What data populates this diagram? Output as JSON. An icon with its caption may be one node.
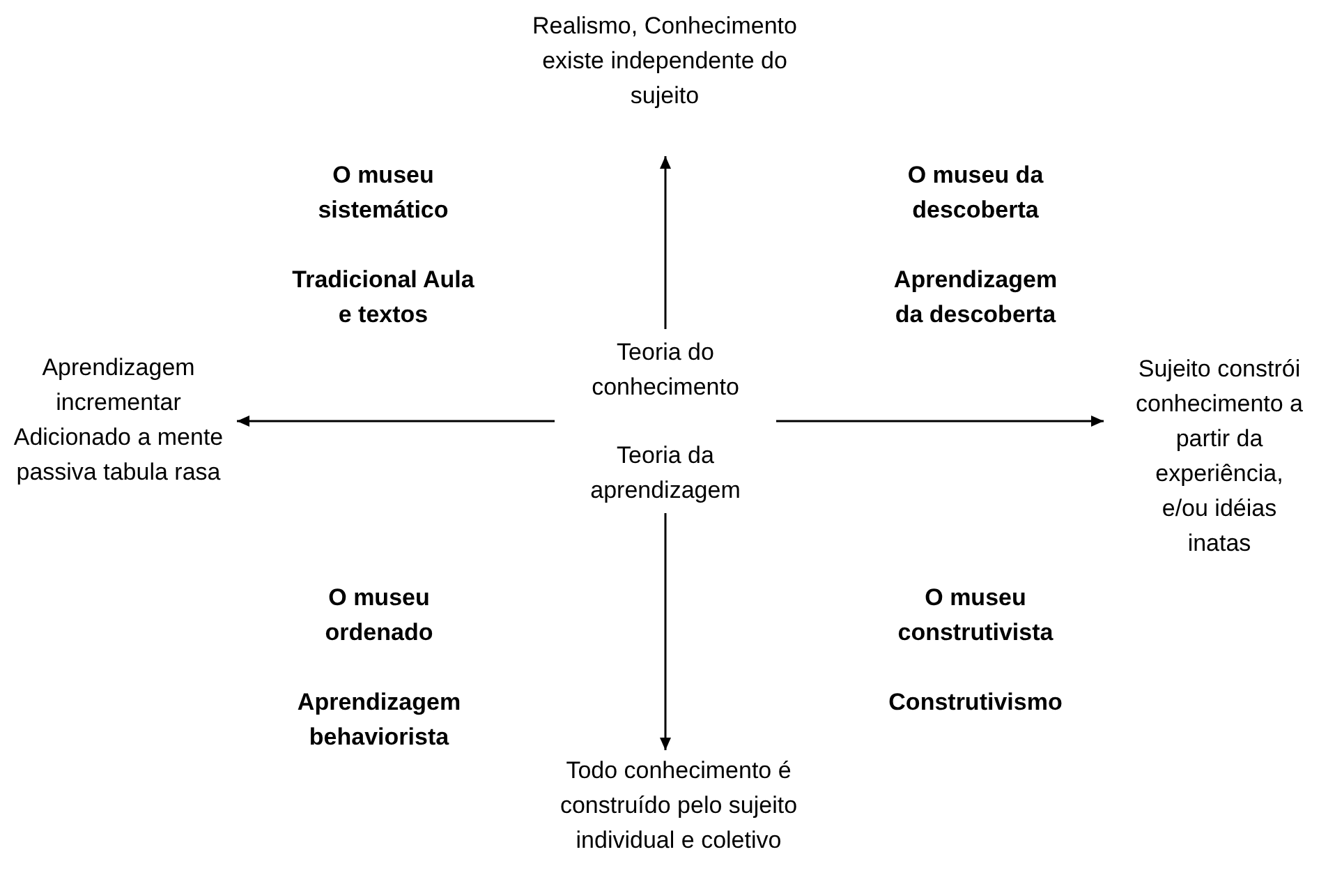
{
  "diagram": {
    "nodes": [
      {
        "text": [
          "Teoria do conhecimento",
          "Teoria da aprendizagem"
        ]
      },
      {
        "text": [
          "Realismo, Conhecimento existe independente do sujeito"
        ]
      },
      {
        "text": [
          "Aprendizagem incrementar Adicionado a mente passiva tabula rasa"
        ]
      },
      {
        "text": [
          "Sujeito constrói conhecimento a partir da experiência, e/ou idéias inatas"
        ]
      },
      {
        "text": [
          "Todo conhecimento é construído pelo sujeito individual e coletivo"
        ]
      }
    ],
    "edges": [
      {
        "from": 0,
        "to": 1,
        "arrow": "to"
      },
      {
        "from": 0,
        "to": 2,
        "arrow": "to"
      },
      {
        "from": 0,
        "to": 3,
        "arrow": "to"
      },
      {
        "from": 0,
        "to": 4,
        "arrow": "to"
      }
    ],
    "labels": [
      "O museu sistemático",
      "Tradicional Aula e textos",
      "O museu da descoberta",
      "Aprendizagem da descoberta",
      "O museu ordenado",
      "Aprendizagem behaviorista",
      "O museu construtivista",
      "Construtivismo"
    ]
  }
}
